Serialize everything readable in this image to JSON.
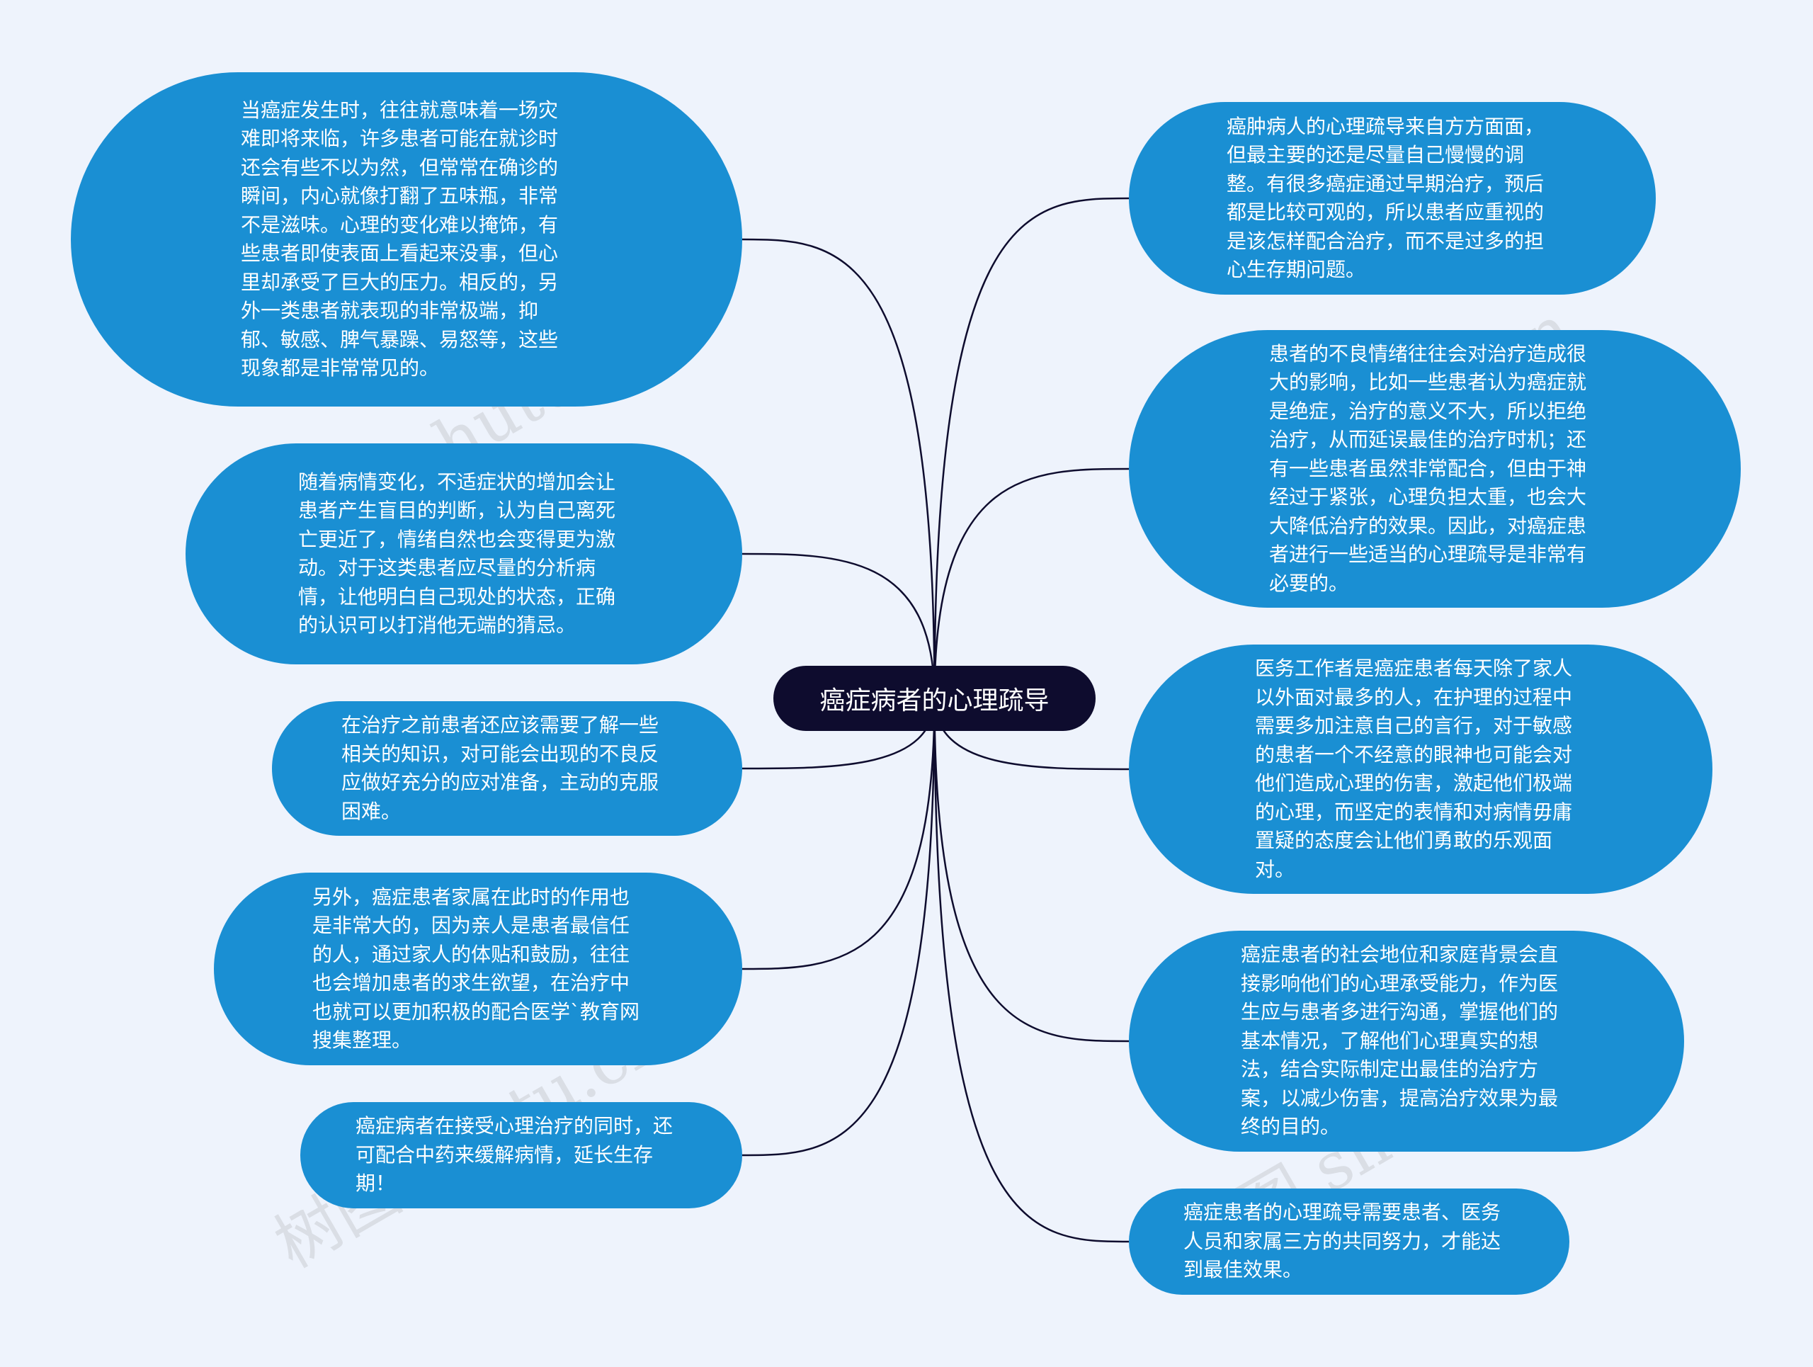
{
  "colors": {
    "background": "#eef3fc",
    "node_fill": "#1a8fd3",
    "root_fill": "#0e0c2e",
    "link_stroke": "#0e0c2e",
    "text": "#ffffff"
  },
  "root": {
    "label": "癌症病者的心理疏导"
  },
  "left_nodes": [
    {
      "text": "当癌症发生时，往往就意味着一场灾难即将来临，许多患者可能在就诊时还会有些不以为然，但常常在确诊的瞬间，内心就像打翻了五味瓶，非常不是滋味。心理的变化难以掩饰，有些患者即使表面上看起来没事，但心里却承受了巨大的压力。相反的，另外一类患者就表现的非常极端，抑郁、敏感、脾气暴躁、易怒等，这些现象都是非常常见的。"
    },
    {
      "text": "随着病情变化，不适症状的增加会让患者产生盲目的判断，认为自己离死亡更近了，情绪自然也会变得更为激动。对于这类患者应尽量的分析病情，让他明白自己现处的状态，正确的认识可以打消他无端的猜忌。"
    },
    {
      "text": "在治疗之前患者还应该需要了解一些相关的知识，对可能会出现的不良反应做好充分的应对准备，主动的克服困难。"
    },
    {
      "text": "另外，癌症患者家属在此时的作用也是非常大的，因为亲人是患者最信任的人，通过家人的体贴和鼓励，往往也会增加患者的求生欲望，在治疗中也就可以更加积极的配合医学`教育网搜集整理。"
    },
    {
      "text": "癌症病者在接受心理治疗的同时，还可配合中药来缓解病情，延长生存期！"
    }
  ],
  "right_nodes": [
    {
      "text": "癌肿病人的心理疏导来自方方面面，但最主要的还是尽量自己慢慢的调整。有很多癌症通过早期治疗，预后都是比较可观的，所以患者应重视的是该怎样配合治疗，而不是过多的担心生存期问题。"
    },
    {
      "text": "患者的不良情绪往往会对治疗造成很大的影响，比如一些患者认为癌症就是绝症，治疗的意义不大，所以拒绝治疗，从而延误最佳的治疗时机；还有一些患者虽然非常配合，但由于神经过于紧张，心理负担太重，也会大大降低治疗的效果。因此，对癌症患者进行一些适当的心理疏导是非常有必要的。"
    },
    {
      "text": "医务工作者是癌症患者每天除了家人以外面对最多的人，在护理的过程中需要多加注意自己的言行，对于敏感的患者一个不经意的眼神也可能会对他们造成心理的伤害，激起他们极端的心理，而坚定的表情和对病情毋庸置疑的态度会让他们勇敢的乐观面对。"
    },
    {
      "text": "癌症患者的社会地位和家庭背景会直接影响他们的心理承受能力，作为医生应与患者多进行沟通，掌握他们的基本情况，了解他们心理真实的想法，结合实际制定出最佳的治疗方案，以减少伤害，提高治疗效果为最终的目的。"
    },
    {
      "text": "癌症患者的心理疏导需要患者、医务人员和家属三方的共同努力，才能达到最佳效果。"
    }
  ],
  "watermarks": [
    "树图 shutu.cn",
    "树图 shutu.cn",
    "树图 shutu.cn",
    "树图 shutu.cn"
  ]
}
